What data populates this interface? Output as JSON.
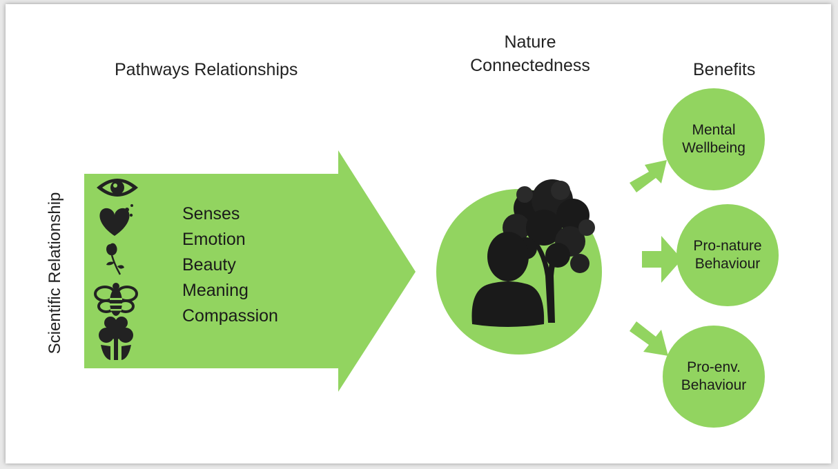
{
  "headings": {
    "pathways": "Pathways Relationships",
    "nature_line1": "Nature",
    "nature_line2": "Connectedness",
    "benefits": "Benefits"
  },
  "side_label": "Scientific Relationship",
  "pathways": [
    "Senses",
    "Emotion",
    "Beauty",
    "Meaning",
    "Compassion"
  ],
  "pathway_icons": [
    "eye-icon",
    "heart-icon",
    "rose-icon",
    "bee-icon",
    "tree-hands-icon"
  ],
  "center_icons": [
    "person-silhouette-icon",
    "tree-icon"
  ],
  "benefits": [
    {
      "line1": "Mental",
      "line2": "Wellbeing"
    },
    {
      "line1": "Pro-nature",
      "line2": "Behaviour"
    },
    {
      "line1": "Pro-env.",
      "line2": "Behaviour"
    }
  ],
  "colors": {
    "green": "#92d460",
    "icon": "#222222",
    "text": "#1a1a1a"
  }
}
